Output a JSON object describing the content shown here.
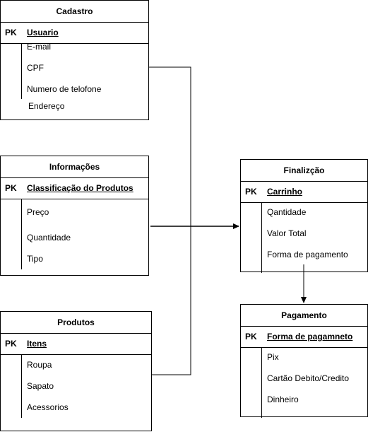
{
  "entities": {
    "cadastro": {
      "title": "Cadastro",
      "pk_label": "PK",
      "pk_field": "Usuario",
      "fields": [
        "E-mail",
        "CPF",
        "Numero de telofone",
        "Endereço"
      ]
    },
    "informacoes": {
      "title": "Informações",
      "pk_label": "PK",
      "pk_field": "Classificação do Produtos",
      "fields": [
        "Preço",
        "Quantidade",
        "Tipo"
      ]
    },
    "produtos": {
      "title": "Produtos",
      "pk_label": "PK",
      "pk_field": "Itens",
      "fields": [
        "Roupa",
        "Sapato",
        "Acessorios"
      ]
    },
    "finalizacao": {
      "title": "Finalizção",
      "pk_label": "PK",
      "pk_field": "Carrinho",
      "fields": [
        "Qantidade",
        "Valor Total",
        "Forma de pagamento"
      ]
    },
    "pagamento": {
      "title": "Pagamento",
      "pk_label": "PK",
      "pk_field": "Forma de pagamneto",
      "fields": [
        "Pix",
        "Cartão Debito/Credito",
        "Dinheiro"
      ]
    }
  },
  "line_color": "#000000"
}
